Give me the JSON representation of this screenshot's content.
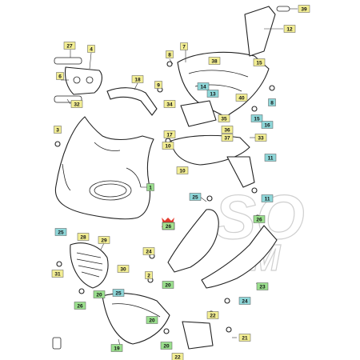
{
  "diagram": {
    "watermark": [
      "SO",
      "M"
    ],
    "callouts": [
      {
        "id": "c39",
        "text": "39",
        "color": "#f3ee94"
      },
      {
        "id": "c12",
        "text": "12",
        "color": "#f3ee94"
      },
      {
        "id": "c27",
        "text": "27",
        "color": "#f3ee94"
      },
      {
        "id": "c4",
        "text": "4",
        "color": "#f3ee94"
      },
      {
        "id": "c6",
        "text": "6",
        "color": "#f3ee94"
      },
      {
        "id": "c32",
        "text": "32",
        "color": "#f3ee94"
      },
      {
        "id": "c7",
        "text": "7",
        "color": "#f3ee94"
      },
      {
        "id": "c8",
        "text": "8",
        "color": "#f3ee94"
      },
      {
        "id": "c38",
        "text": "38",
        "color": "#f3ee94"
      },
      {
        "id": "c15",
        "text": "15",
        "color": "#f3ee94"
      },
      {
        "id": "c18",
        "text": "18",
        "color": "#f3ee94"
      },
      {
        "id": "c9",
        "text": "9",
        "color": "#f3ee94"
      },
      {
        "id": "c14",
        "text": "14",
        "color": "#8ed7d9"
      },
      {
        "id": "c13",
        "text": "13",
        "color": "#8ed7d9"
      },
      {
        "id": "c40",
        "text": "40",
        "color": "#f3ee94"
      },
      {
        "id": "c8b",
        "text": "8",
        "color": "#8ed7d9"
      },
      {
        "id": "c34",
        "text": "34",
        "color": "#f3ee94"
      },
      {
        "id": "c35",
        "text": "35",
        "color": "#f3ee94"
      },
      {
        "id": "c15b",
        "text": "15",
        "color": "#8ed7d9"
      },
      {
        "id": "c16",
        "text": "16",
        "color": "#8ed7d9"
      },
      {
        "id": "c17",
        "text": "17",
        "color": "#f3ee94"
      },
      {
        "id": "c3",
        "text": "3",
        "color": "#f3ee94"
      },
      {
        "id": "c36",
        "text": "36",
        "color": "#f3ee94"
      },
      {
        "id": "c37",
        "text": "37",
        "color": "#f3ee94"
      },
      {
        "id": "c33",
        "text": "33",
        "color": "#f3ee94"
      },
      {
        "id": "c10b",
        "text": "10",
        "color": "#f3ee94"
      },
      {
        "id": "c10",
        "text": "10",
        "color": "#f3ee94"
      },
      {
        "id": "c11",
        "text": "11",
        "color": "#8ed7d9"
      },
      {
        "id": "c1",
        "text": "1",
        "color": "#9be08e"
      },
      {
        "id": "c25",
        "text": "25",
        "color": "#8ed7d9"
      },
      {
        "id": "c11b",
        "text": "11",
        "color": "#8ed7d9"
      },
      {
        "id": "c26",
        "text": "26",
        "color": "#9be08e"
      },
      {
        "id": "c25b",
        "text": "25",
        "color": "#8ed7d9"
      },
      {
        "id": "c29",
        "text": "29",
        "color": "#f3ee94"
      },
      {
        "id": "c28",
        "text": "28",
        "color": "#f3ee94"
      },
      {
        "id": "c24",
        "text": "24",
        "color": "#f3ee94"
      },
      {
        "id": "c30",
        "text": "30",
        "color": "#f3ee94"
      },
      {
        "id": "c2",
        "text": "2",
        "color": "#f3ee94"
      },
      {
        "id": "c31",
        "text": "31",
        "color": "#f3ee94"
      },
      {
        "id": "c20",
        "text": "20",
        "color": "#9be08e"
      },
      {
        "id": "c23",
        "text": "23",
        "color": "#9be08e"
      },
      {
        "id": "c25c",
        "text": "25",
        "color": "#8ed7d9"
      },
      {
        "id": "c20b",
        "text": "20",
        "color": "#9be08e"
      },
      {
        "id": "c24b",
        "text": "24",
        "color": "#8ed7d9"
      },
      {
        "id": "c26b",
        "text": "26",
        "color": "#9be08e"
      },
      {
        "id": "c22",
        "text": "22",
        "color": "#f3ee94"
      },
      {
        "id": "c20c",
        "text": "20",
        "color": "#9be08e"
      },
      {
        "id": "c19",
        "text": "19",
        "color": "#9be08e"
      },
      {
        "id": "c21",
        "text": "21",
        "color": "#f3ee94"
      },
      {
        "id": "c20d",
        "text": "20",
        "color": "#9be08e"
      },
      {
        "id": "c22b",
        "text": "22",
        "color": "#f3ee94"
      }
    ],
    "highlight": {
      "text": "26",
      "color": "#a6e28f",
      "marker_color": "#e53b2e"
    }
  }
}
